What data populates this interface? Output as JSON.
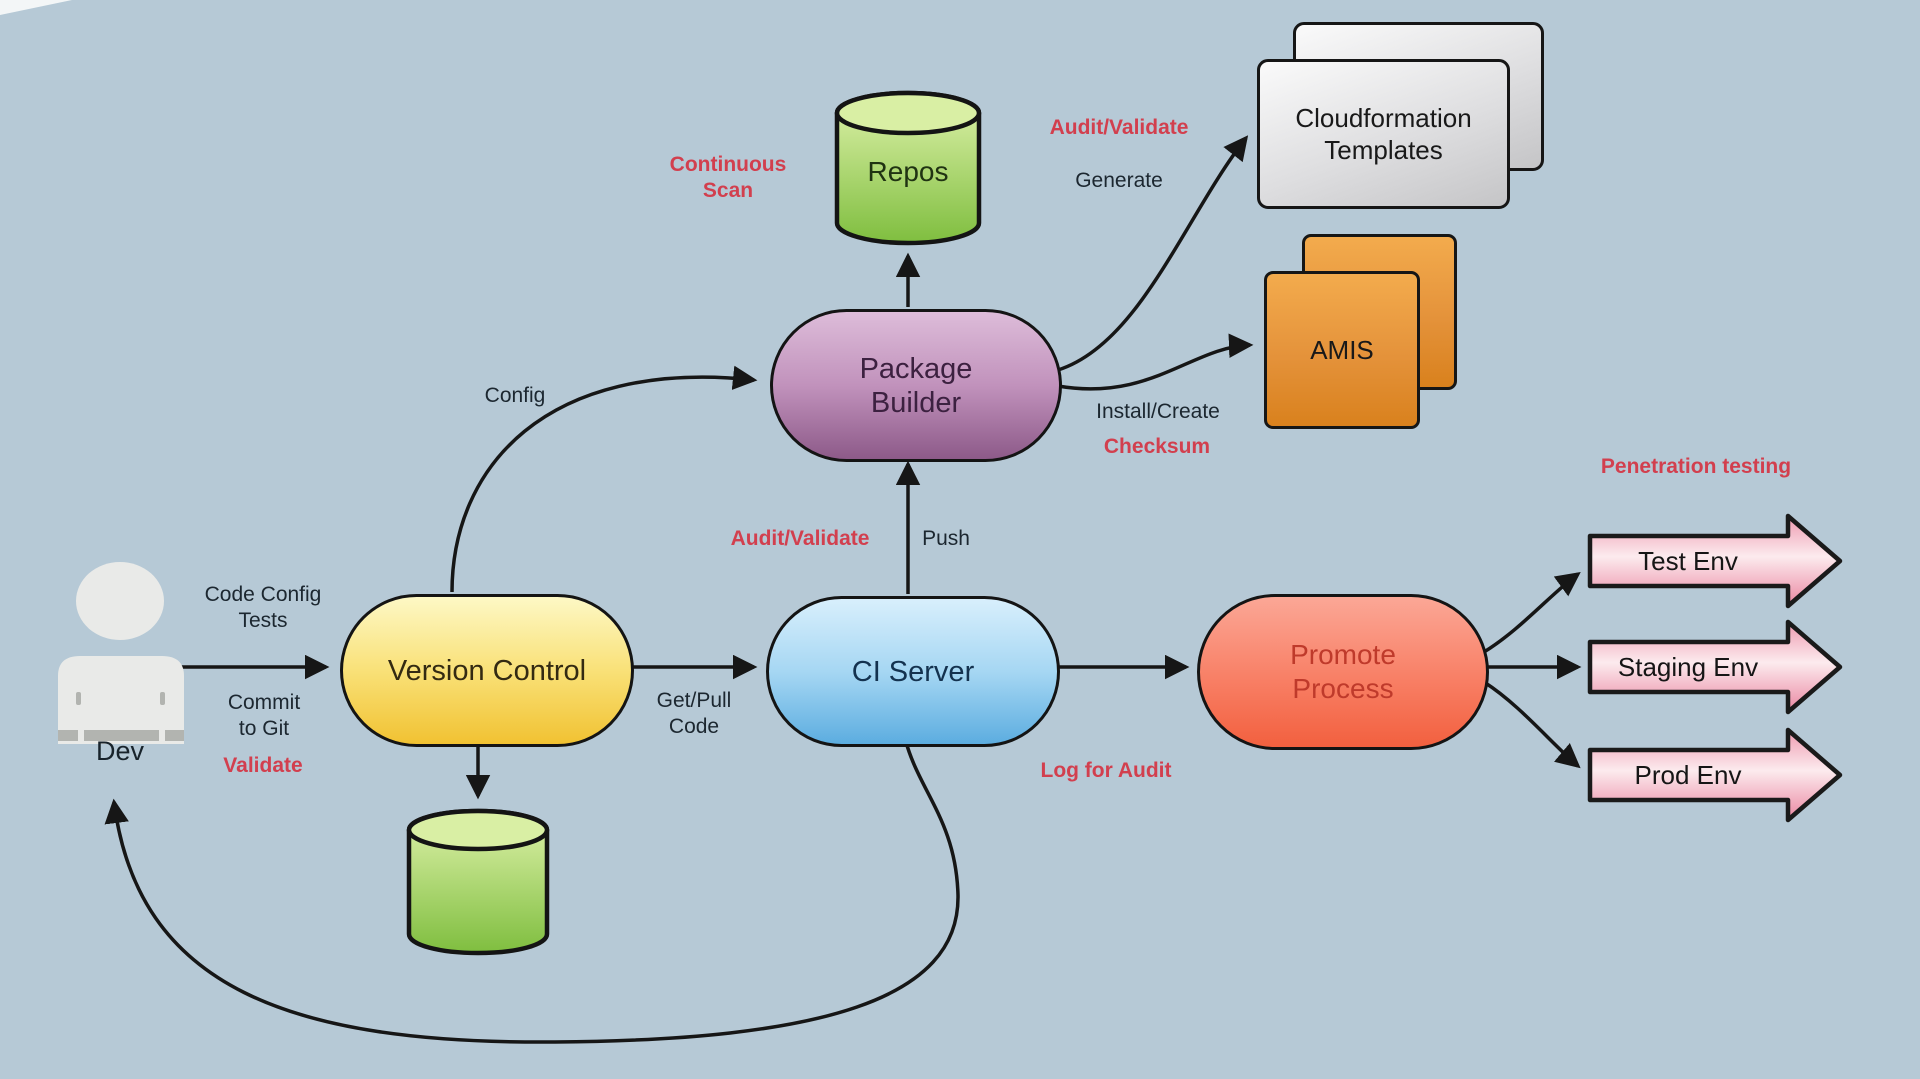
{
  "background": "#b6c9d6",
  "nodes": {
    "dev": {
      "label": "Dev"
    },
    "version_control": {
      "label": "Version Control"
    },
    "ci_server": {
      "label": "CI Server"
    },
    "package_builder": {
      "line1": "Package",
      "line2": "Builder"
    },
    "repos": {
      "label": "Repos"
    },
    "promote_process": {
      "line1": "Promote",
      "line2": "Process"
    },
    "cloudformation_templates": {
      "line1": "Cloudformation",
      "line2": "Templates"
    },
    "amis": {
      "label": "AMIS"
    },
    "environments": [
      {
        "label": "Test Env"
      },
      {
        "label": "Staging Env"
      },
      {
        "label": "Prod Env"
      }
    ]
  },
  "annotations": {
    "code_config_line1": "Code Config",
    "code_config_line2": "Tests",
    "commit_line1": "Commit",
    "commit_line2": "to Git",
    "validate": "Validate",
    "config": "Config",
    "get_pull_line1": "Get/Pull",
    "get_pull_line2": "Code",
    "audit_validate_push": "Audit/Validate",
    "push": "Push",
    "continuous_scan_line1": "Continuous",
    "continuous_scan_line2": "Scan",
    "audit_validate_generate": "Audit/Validate",
    "generate": "Generate",
    "install_create": "Install/Create",
    "checksum": "Checksum",
    "log_for_audit": "Log for Audit",
    "penetration_testing": "Penetration testing"
  },
  "colors": {
    "background": "#b6c9d6",
    "connector": "#161616",
    "annotation_black": "#1c2730",
    "annotation_red": "#d23f4e",
    "version_control_yellow": "#f1c232",
    "ci_server_blue": "#5cade0",
    "package_builder_purple": "#8d5a89",
    "promote_process_salmon": "#f2603f",
    "repos_green": "#7fbe3f",
    "cloudformation_gray": "#c5c5c7",
    "amis_orange": "#d9811d",
    "env_pink": "#ec8ba5",
    "person_gray": "#e9eae8"
  }
}
